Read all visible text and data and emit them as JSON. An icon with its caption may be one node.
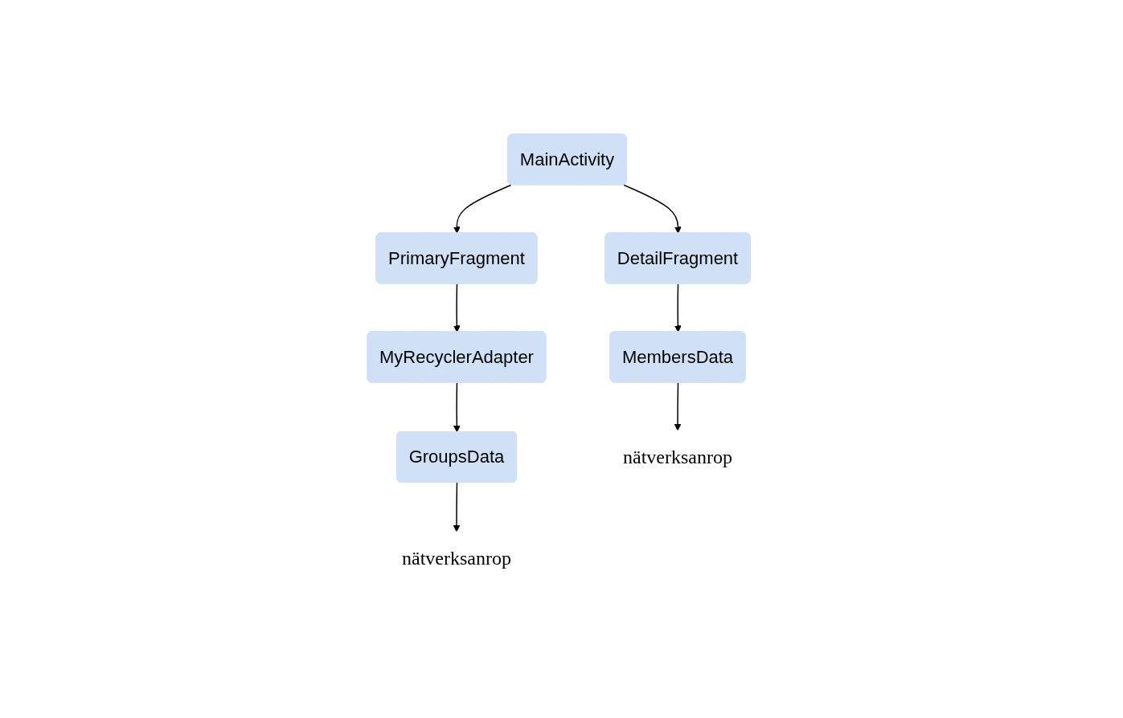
{
  "diagram": {
    "nodes": [
      {
        "text": [
          "MainActivity"
        ]
      },
      {
        "text": [
          "PrimaryFragment"
        ]
      },
      {
        "text": [
          "DetailFragment"
        ]
      },
      {
        "text": [
          "MyRecyclerAdapter"
        ]
      },
      {
        "text": [
          "GroupsData"
        ]
      },
      {
        "text": [
          "MembersData"
        ]
      },
      {
        "text": [
          "nätverksanrop"
        ]
      },
      {
        "text": [
          "nätverksanrop"
        ]
      }
    ],
    "edges": [
      {
        "from": 0,
        "to": 1,
        "arrow": "to"
      },
      {
        "from": 0,
        "to": 2,
        "arrow": "to"
      },
      {
        "from": 1,
        "to": 3,
        "arrow": "to"
      },
      {
        "from": 3,
        "to": 4,
        "arrow": "to"
      },
      {
        "from": 2,
        "to": 5,
        "arrow": "to"
      },
      {
        "from": 4,
        "to": 6,
        "arrow": "to"
      },
      {
        "from": 5,
        "to": 7,
        "arrow": "to"
      }
    ]
  }
}
